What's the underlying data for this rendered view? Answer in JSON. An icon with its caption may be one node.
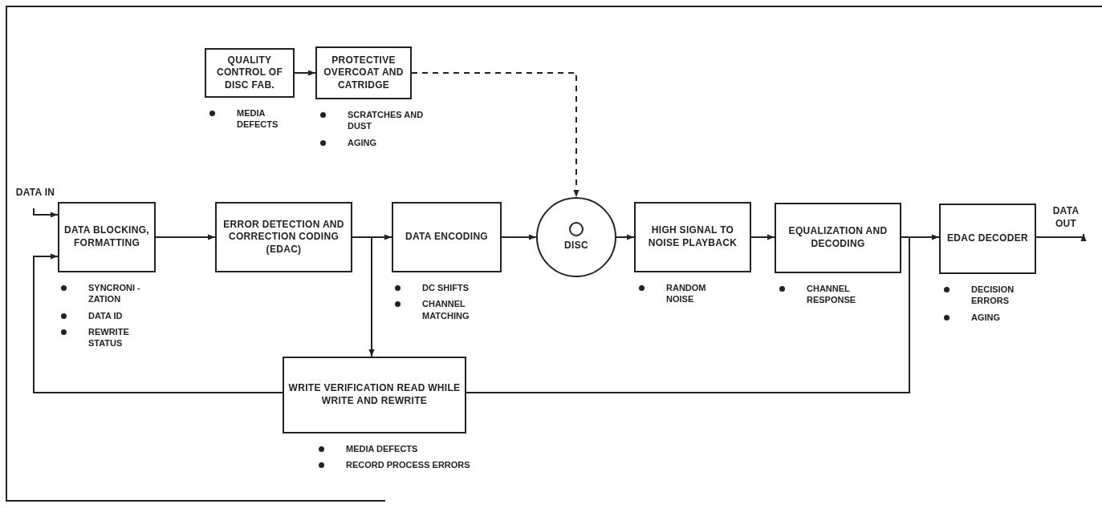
{
  "diagram": {
    "nodes": [
      {
        "text": [
          "QUALITY CONTROL OF DISC FAB."
        ],
        "beside": [
          "MEDIA DEFECTS"
        ]
      },
      {
        "text": [
          "PROTECTIVE OVERCOAT AND CATRIDGE"
        ],
        "beside": [
          "SCRATCHES AND DUST",
          "AGING"
        ]
      },
      {
        "text": [
          "DATA IN"
        ]
      },
      {
        "text": [
          "DATA BLOCKING, FORMATTING"
        ],
        "beside": [
          "SYNCRONI - ZATION",
          "DATA ID",
          "REWRITE STATUS"
        ]
      },
      {
        "text": [
          "ERROR DETECTION AND CORRECTION CODING (EDAC)"
        ]
      },
      {
        "text": [
          "DATA ENCODING"
        ],
        "beside": [
          "DC SHIFTS",
          "CHANNEL MATCHING"
        ]
      },
      {
        "text": [
          "DISC"
        ]
      },
      {
        "text": [
          "HIGH SIGNAL TO NOISE PLAYBACK"
        ],
        "beside": [
          "RANDOM NOISE"
        ]
      },
      {
        "text": [
          "EQUALIZATION AND DECODING"
        ],
        "beside": [
          "CHANNEL RESPONSE"
        ]
      },
      {
        "text": [
          "EDAC DECODER"
        ],
        "beside": [
          "DECISION ERRORS",
          "AGING"
        ]
      },
      {
        "text": [
          "DATA OUT"
        ]
      },
      {
        "text": [
          "WRITE VERIFICATION READ WHILE WRITE AND REWRITE"
        ],
        "beside": [
          "MEDIA DEFECTS",
          "RECORD PROCESS ERRORS"
        ]
      }
    ],
    "edges": [
      {
        "from": 0,
        "to": 1,
        "arrow": "to"
      },
      {
        "from": 1,
        "to": 6,
        "arrow": "to",
        "style": "dashed"
      },
      {
        "from": 2,
        "to": 3,
        "arrow": "to"
      },
      {
        "from": 3,
        "to": 4,
        "arrow": "to"
      },
      {
        "from": 4,
        "to": 5,
        "arrow": "to"
      },
      {
        "from": 4,
        "to": 11,
        "arrow": "to"
      },
      {
        "from": 5,
        "to": 6,
        "arrow": "to"
      },
      {
        "from": 6,
        "to": 7,
        "arrow": "to"
      },
      {
        "from": 7,
        "to": 8,
        "arrow": "to"
      },
      {
        "from": 8,
        "to": 9,
        "arrow": "to"
      },
      {
        "from": 8,
        "to": 11,
        "arrow": "none"
      },
      {
        "from": 11,
        "to": 3,
        "arrow": "to"
      },
      {
        "from": 9,
        "to": 10,
        "arrow": "to"
      }
    ]
  }
}
